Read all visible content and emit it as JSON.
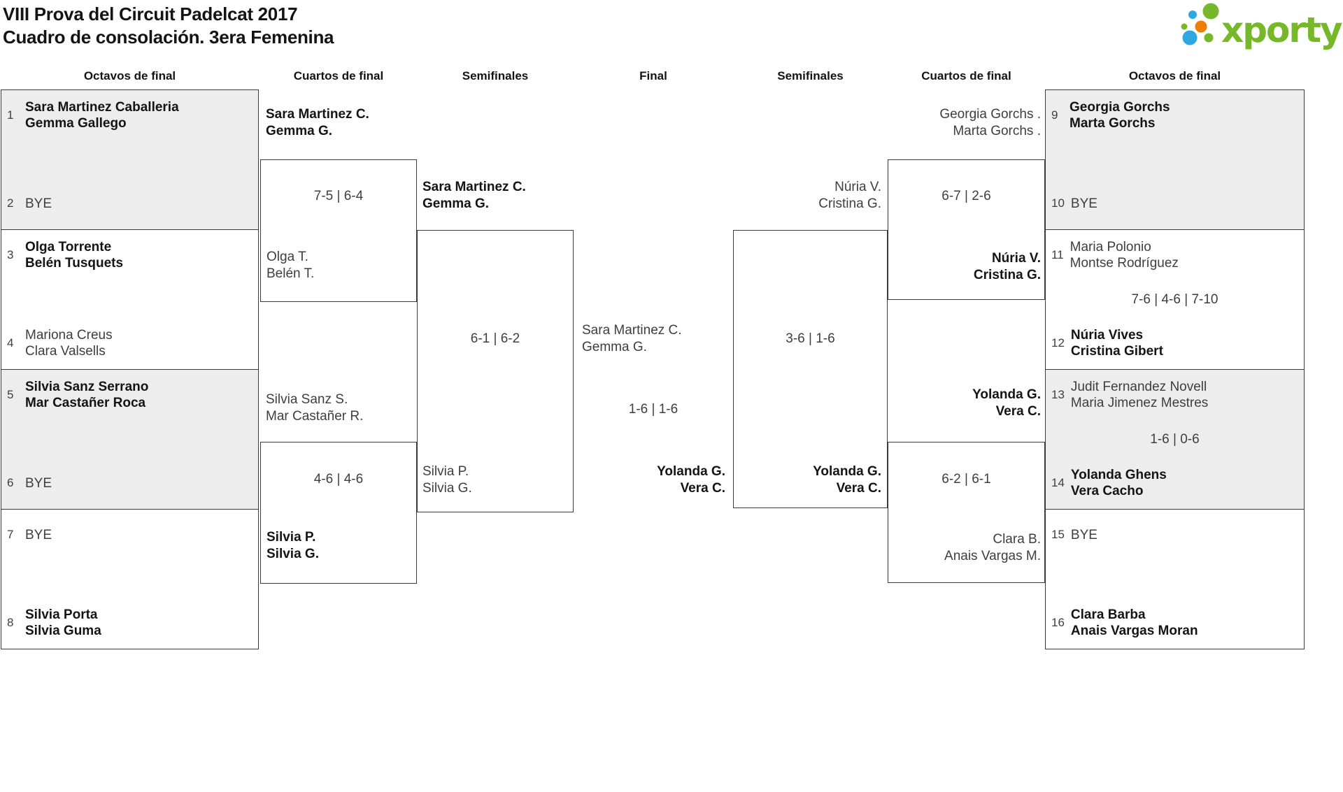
{
  "header": {
    "title_line1": "VIII Prova del Circuit Padelcat 2017",
    "title_line2": "Cuadro de consolación. 3era Femenina"
  },
  "logo": {
    "text": "xporty"
  },
  "rounds": {
    "l_oct": "Octavos de final",
    "l_qf": "Cuartos de final",
    "l_sf": "Semifinales",
    "final": "Final",
    "r_sf": "Semifinales",
    "r_qf": "Cuartos de final",
    "r_oct": "Octavos de final"
  },
  "left_octavos": [
    {
      "seed": "1",
      "line1": "Sara Martinez Caballeria",
      "line2": "Gemma Gallego"
    },
    {
      "seed": "2",
      "line1": "BYE"
    },
    {
      "seed": "3",
      "line1": "Olga Torrente",
      "line2": "Belén Tusquets"
    },
    {
      "seed": "4",
      "line1": "Mariona Creus",
      "line2": "Clara Valsells"
    },
    {
      "seed": "5",
      "line1": "Silvia Sanz Serrano",
      "line2": "Mar Castañer Roca"
    },
    {
      "seed": "6",
      "line1": "BYE"
    },
    {
      "seed": "7",
      "line1": "BYE"
    },
    {
      "seed": "8",
      "line1": "Silvia Porta",
      "line2": "Silvia Guma"
    }
  ],
  "right_octavos": [
    {
      "seed": "9",
      "line1": "Georgia Gorchs",
      "line2": "Marta Gorchs"
    },
    {
      "seed": "10",
      "line1": "BYE"
    },
    {
      "seed": "11",
      "line1": "Maria Polonio",
      "line2": "Montse Rodríguez"
    },
    {
      "seed": "12",
      "line1": "Núria Vives",
      "line2": "Cristina Gibert"
    },
    {
      "seed": "13",
      "line1": "Judit Fernandez Novell",
      "line2": "Maria Jimenez Mestres"
    },
    {
      "seed": "14",
      "line1": "Yolanda Ghens",
      "line2": "Vera Cacho"
    },
    {
      "seed": "15",
      "line1": "BYE"
    },
    {
      "seed": "16",
      "line1": "Clara Barba",
      "line2": "Anais Vargas Moran"
    }
  ],
  "right_octavos_scores": {
    "m11_12": "7-6 | 4-6 | 7-10",
    "m13_14": "1-6 | 0-6"
  },
  "left_quarterfinals": {
    "qf1": {
      "top": {
        "line1": "Sara Martinez C.",
        "line2": "Gemma G."
      },
      "score": "7-5 | 6-4",
      "bottom": {
        "line1": "Olga T.",
        "line2": "Belén T."
      }
    },
    "qf2": {
      "top": {
        "line1": "Silvia Sanz S.",
        "line2": "Mar Castañer R."
      },
      "score": "4-6 | 4-6",
      "bottom": {
        "line1": "Silvia P.",
        "line2": "Silvia G."
      }
    }
  },
  "left_semifinal": {
    "top": {
      "line1": "Sara Martinez C.",
      "line2": "Gemma G."
    },
    "score": "6-1 | 6-2",
    "bottom": {
      "line1": "Silvia P.",
      "line2": "Silvia G."
    }
  },
  "final": {
    "top": {
      "line1": "Sara Martinez C.",
      "line2": "Gemma G."
    },
    "score": "1-6 | 1-6",
    "bottom": {
      "line1": "Yolanda G.",
      "line2": "Vera C."
    }
  },
  "right_semifinal": {
    "top": {
      "line1": "Núria V.",
      "line2": "Cristina G."
    },
    "score": "3-6 | 1-6",
    "bottom": {
      "line1": "Yolanda G.",
      "line2": "Vera C."
    }
  },
  "right_quarterfinals": {
    "qf1": {
      "top": {
        "line1": "Georgia Gorchs .",
        "line2": "Marta Gorchs ."
      },
      "score": "6-7 | 2-6",
      "bottom": {
        "line1": "Núria V.",
        "line2": "Cristina G."
      }
    },
    "qf2": {
      "top": {
        "line1": "Yolanda G.",
        "line2": "Vera C."
      },
      "score": "6-2 | 6-1",
      "bottom": {
        "line1": "Clara B.",
        "line2": "Anais Vargas M."
      }
    }
  },
  "colors": {
    "accent_green": "#76b82a",
    "accent_blue": "#2fa8e1",
    "accent_orange": "#ee7d00",
    "cell_gray": "#ededed",
    "line": "#3a3a3a"
  }
}
